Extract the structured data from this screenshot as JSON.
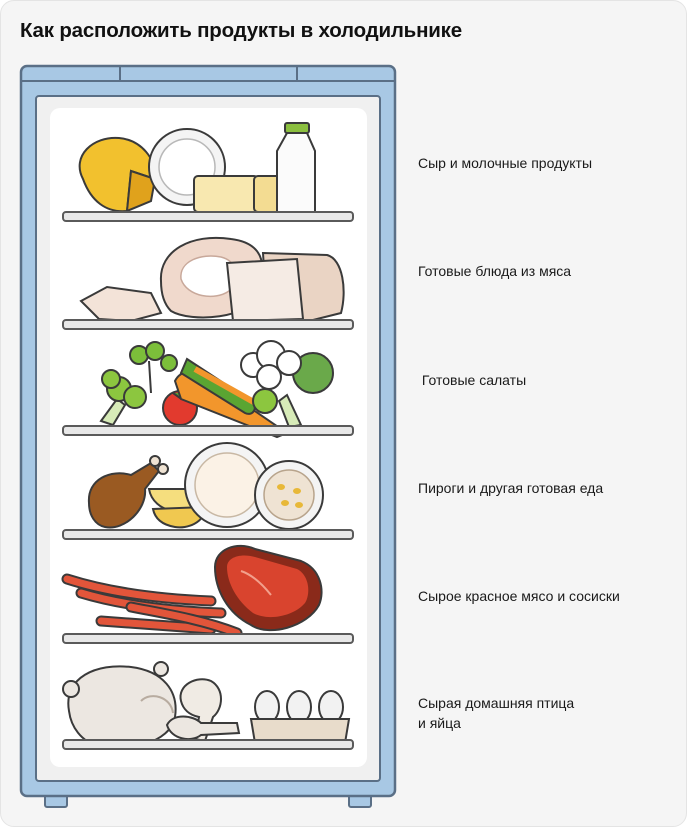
{
  "title": "Как расположить продукты в холодильнике",
  "shelves": [
    {
      "label": "Сыр и молочные продукты"
    },
    {
      "label": "Готовые блюда из мяса"
    },
    {
      "label": " Готовые салаты"
    },
    {
      "label": "Пироги и другая готовая еда"
    },
    {
      "label": "Сырое красное мясо и сосиски"
    },
    {
      "label_line1": "Сырая домашняя птица",
      "label_line2": "и яйца"
    }
  ],
  "colors": {
    "fridge_frame": "#a8c8e4",
    "fridge_outline": "#5a6f86",
    "fridge_interior": "#ffffff",
    "shelf": "#e8e8e8",
    "cheese": "#f2c12e",
    "butter": "#f8e8b0",
    "meat_cooked": "#f0d9cc",
    "tomato": "#e23a2e",
    "carrot": "#f2962c",
    "broccoli": "#8cc63f",
    "chicken": "#9a5a22",
    "raw_meat": "#d9442e",
    "sausage": "#e2553a",
    "poultry": "#ece7e1",
    "egg": "#f2f2f2"
  }
}
